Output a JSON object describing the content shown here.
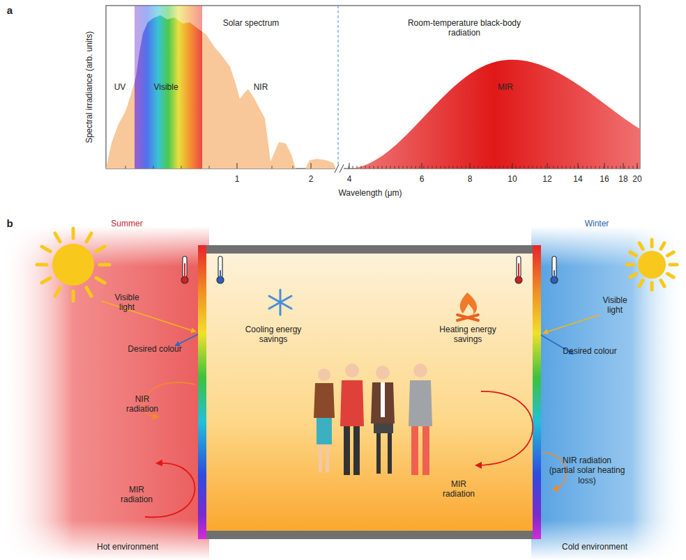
{
  "diagram": {
    "labels": [
      "a",
      "Spectral irradiance (arb. units)",
      "Solar spectrum",
      "Room-temperature black-body radiation",
      "UV",
      "Visible",
      "NIR",
      "MIR",
      "1",
      "2",
      "4",
      "6",
      "8",
      "10",
      "12",
      "14",
      "16",
      "18",
      "20",
      "Wavelength (μm)",
      "b",
      "Summer",
      "Winter",
      "Visible light",
      "Desired colour",
      "NIR radiation",
      "MIR radiation",
      "Cooling energy savings",
      "Heating energy savings",
      "MIR radiation",
      "Visible light",
      "Desired colour",
      "NIR radiation (partial solar heating loss)",
      "Hot environment",
      "Cold environment"
    ]
  }
}
